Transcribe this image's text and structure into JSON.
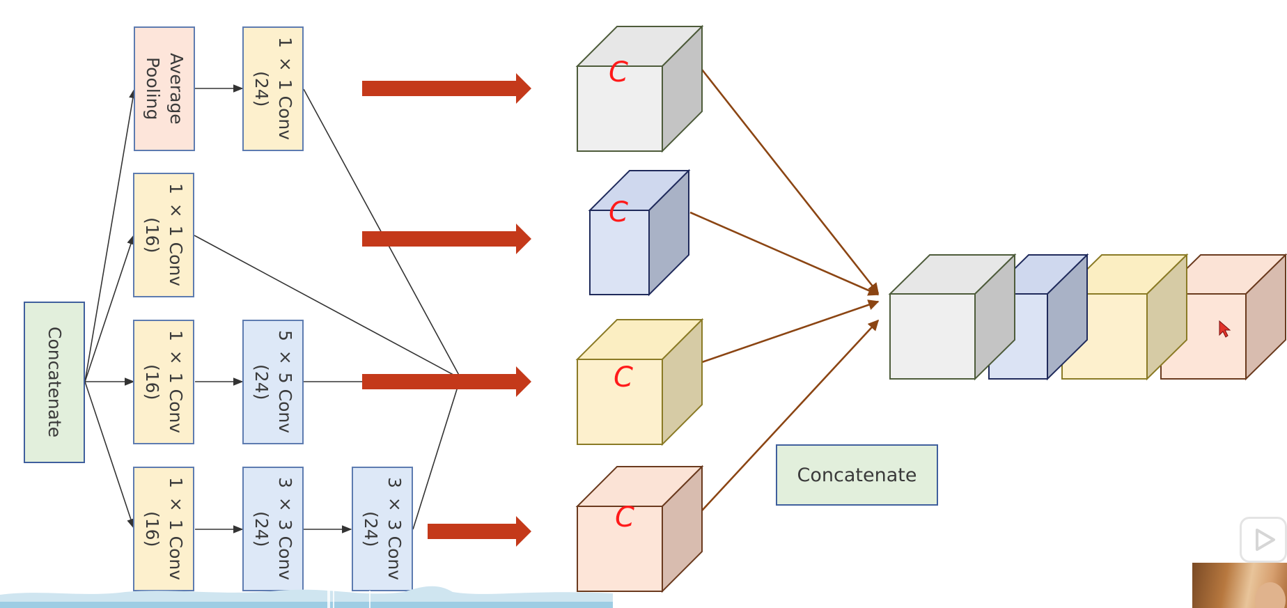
{
  "left_diagram": {
    "input_label": "Concatenate",
    "branch1": {
      "pool_label": "Average\nPooling",
      "conv_label": "1 × 1 Conv\n(24)"
    },
    "branch2": {
      "conv_label": "1 × 1 Conv\n(16)"
    },
    "branch3": {
      "conv1_label": "1 × 1 Conv\n(16)",
      "conv2_label": "5 × 5 Conv\n(24)"
    },
    "branch4": {
      "conv1_label": "1 × 1 Conv\n(16)",
      "conv2_label": "3 × 3 Conv\n(24)",
      "conv3_label": "3 × 3 Conv\n(24)"
    }
  },
  "feature_cubes": {
    "handwritten_label": "C",
    "items": [
      {
        "name": "gray",
        "front": "#efefef",
        "top": "#e7e7e7",
        "side": "#c4c4c4",
        "edge": "#4d5b3a"
      },
      {
        "name": "blue",
        "front": "#dbe3f4",
        "top": "#cfd8ee",
        "side": "#a9b2c6",
        "edge": "#1f2a5b"
      },
      {
        "name": "yellow",
        "front": "#fdf0cd",
        "top": "#fbeec2",
        "side": "#d6cba5",
        "edge": "#8a7a25"
      },
      {
        "name": "peach",
        "front": "#fde5d8",
        "top": "#fbe3d6",
        "side": "#d8bcaf",
        "edge": "#6a3a1e"
      }
    ]
  },
  "output": {
    "concat_label": "Concatenate"
  },
  "colors": {
    "thick_arrow": "#c4391a",
    "merge_arrow": "#8b4513",
    "thin_line": "#333333",
    "handwriting": "#ff1a1a",
    "cursor": "#e0332a"
  },
  "icons": {
    "play": "play-icon",
    "cursor": "cursor-icon"
  }
}
